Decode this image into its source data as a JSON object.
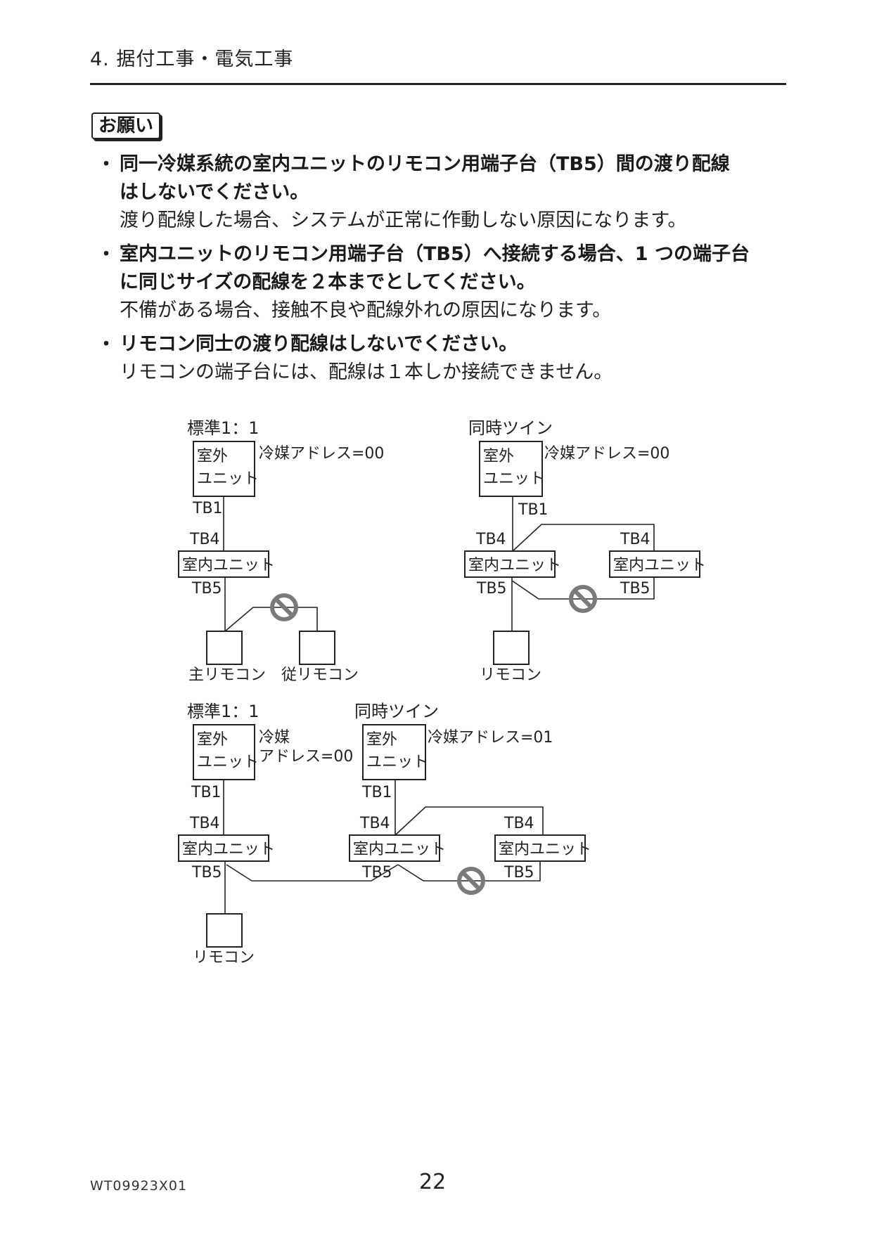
{
  "header": {
    "title": "4. 据付工事・電気工事"
  },
  "notice": {
    "label": "お願い"
  },
  "bullets": [
    {
      "bold": "同一冷媒系統の室内ユニットのリモコン用端子台（TB5）間の渡り配線\nはしないでください。",
      "normal": "渡り配線した場合、システムが正常に作動しない原因になります。"
    },
    {
      "bold": "室内ユニットのリモコン用端子台（TB5）へ接続する場合、1 つの端子台\nに同じサイズの配線を２本までとしてください。",
      "normal": "不備がある場合、接触不良や配線外れの原因になります。"
    },
    {
      "bold": "リモコン同士の渡り配線はしないでください。",
      "normal": "リモコンの端子台には、配線は１本しか接続できません。"
    }
  ],
  "diagram": {
    "top_left": {
      "title": "標準1：1",
      "outdoor_label_1": "室外",
      "outdoor_label_2": "ユニット",
      "refrigerant_address": "冷媒アドレス=00",
      "tb1": "TB1",
      "tb4": "TB4",
      "indoor": "室内ユニット",
      "tb5": "TB5",
      "remote_main": "主リモコン",
      "remote_sub": "従リモコン"
    },
    "top_right": {
      "title": "同時ツイン",
      "outdoor_label_1": "室外",
      "outdoor_label_2": "ユニット",
      "refrigerant_address": "冷媒アドレス=00",
      "tb1": "TB1",
      "tb4_a": "TB4",
      "tb4_b": "TB4",
      "indoor_a": "室内ユニット",
      "indoor_b": "室内ユニット",
      "tb5_a": "TB5",
      "tb5_b": "TB5",
      "remote": "リモコン"
    },
    "bottom_left": {
      "title": "標準1：1",
      "outdoor_label_1": "室外",
      "outdoor_label_2": "ユニット",
      "refrigerant_line_1": "冷媒",
      "refrigerant_line_2": "アドレス=00",
      "tb1": "TB1",
      "tb4": "TB4",
      "indoor": "室内ユニット",
      "tb5": "TB5",
      "remote": "リモコン"
    },
    "bottom_right": {
      "title": "同時ツイン",
      "outdoor_label_1": "室外",
      "outdoor_label_2": "ユニット",
      "refrigerant_address": "冷媒アドレス=01",
      "tb1": "TB1",
      "tb4_a": "TB4",
      "tb4_b": "TB4",
      "indoor_a": "室内ユニット",
      "indoor_b": "室内ユニット",
      "tb5_a": "TB5",
      "tb5_b": "TB5"
    }
  },
  "footer": {
    "doc_code": "WT09923X01",
    "page_number": "22"
  }
}
